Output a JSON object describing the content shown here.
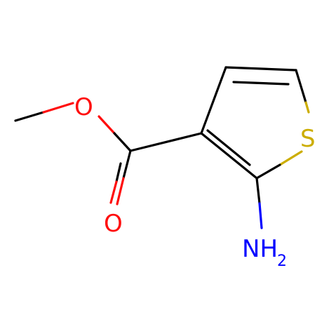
{
  "molecule": {
    "atoms": [
      {
        "id": "s1",
        "symbol": "S",
        "color": "#ccad00"
      },
      {
        "id": "o_ether",
        "symbol": "O",
        "color": "#ff0d0d"
      },
      {
        "id": "o_carbonyl",
        "symbol": "O",
        "color": "#ff0d0d"
      },
      {
        "id": "n_amine",
        "symbol": "N",
        "hydrogens": "H",
        "h_count": "2",
        "color": "#0000ff"
      }
    ],
    "bond_color": "#000000"
  }
}
